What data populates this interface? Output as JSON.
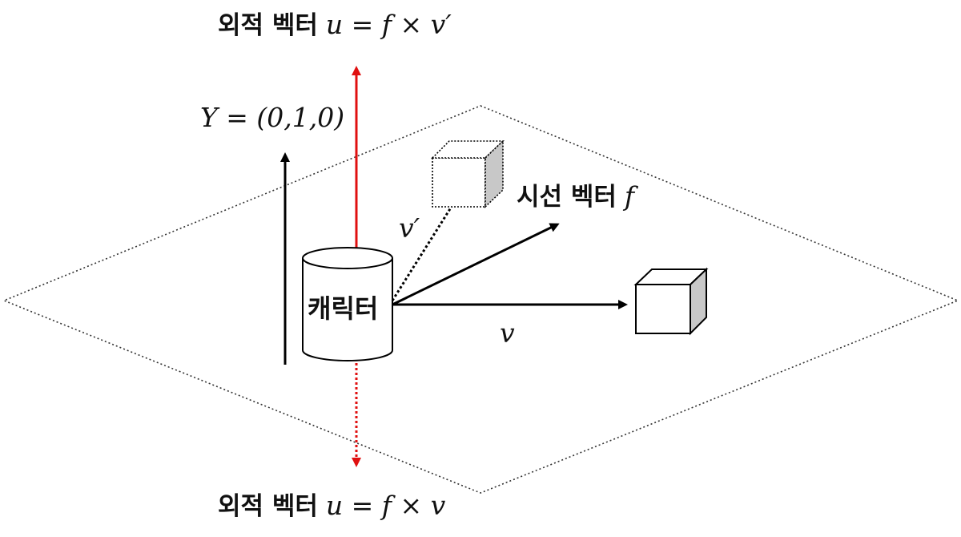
{
  "labels": {
    "cross_top_prefix": "외적 벡터",
    "cross_top_formula": "u = f × v′",
    "cross_bottom_prefix": "외적 벡터",
    "cross_bottom_formula": "u = f × v",
    "y_axis_formula": "Y = (0,1,0)",
    "gaze_prefix": "시선 벡터",
    "gaze_symbol": "f",
    "character": "캐릭터",
    "vector_v_prime": "v′",
    "vector_v": "v"
  },
  "colors": {
    "ink": "#000000",
    "cross_vector": "#e01010",
    "cube_side": "#c8c8c8",
    "plane_border": "#333333"
  },
  "icons": {
    "character": "cylinder-shape",
    "target_solid": "cube-shape",
    "target_dotted": "dotted-cube-shape"
  }
}
